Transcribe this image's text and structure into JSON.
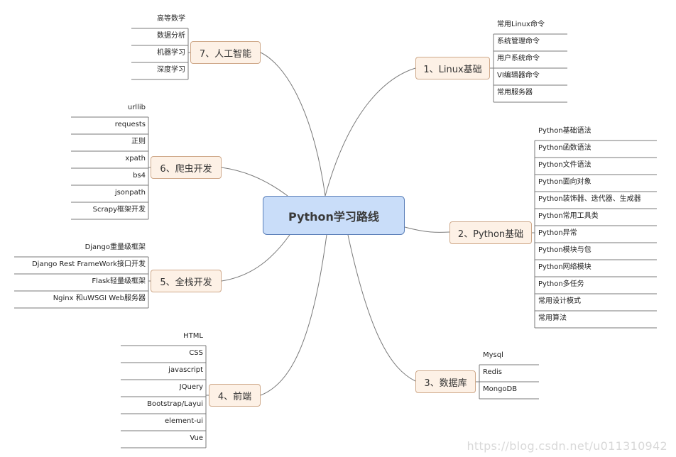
{
  "center": "Python学习路线",
  "branches": {
    "b1": {
      "label": "1、Linux基础",
      "leaves": [
        "常用Linux命令",
        "系统管理命令",
        "用户系统命令",
        "VI编辑器命令",
        "常用服务器"
      ]
    },
    "b2": {
      "label": "2、Python基础",
      "leaves": [
        "Python基础语法",
        "Python函数语法",
        "Python文件语法",
        "Python面向对象",
        "Python装饰器、迭代器、生成器",
        "Python常用工具类",
        "Python异常",
        "Python模块与包",
        "Python网络模块",
        "Python多任务",
        "常用设计模式",
        "常用算法"
      ]
    },
    "b3": {
      "label": "3、数据库",
      "leaves": [
        "Mysql",
        "Redis",
        "MongoDB"
      ]
    },
    "b4": {
      "label": "4、前端",
      "leaves": [
        "HTML",
        "CSS",
        "javascript",
        "JQuery",
        "Bootstrap/Layui",
        "element-ui",
        "Vue"
      ]
    },
    "b5": {
      "label": "5、全栈开发",
      "leaves": [
        "Django重量级框架",
        "Django Rest FrameWork接口开发",
        "Flask轻量级框架",
        "Nginx 和uWSGI Web服务器"
      ]
    },
    "b6": {
      "label": "6、爬虫开发",
      "leaves": [
        "urllib",
        "requests",
        "正则",
        "xpath",
        "bs4",
        "jsonpath",
        "Scrapy框架开发"
      ]
    },
    "b7": {
      "label": "7、人工智能",
      "leaves": [
        "高等数学",
        "数据分析",
        "机器学习",
        "深度学习"
      ]
    }
  },
  "watermark": "https://blog.csdn.net/u011310942"
}
